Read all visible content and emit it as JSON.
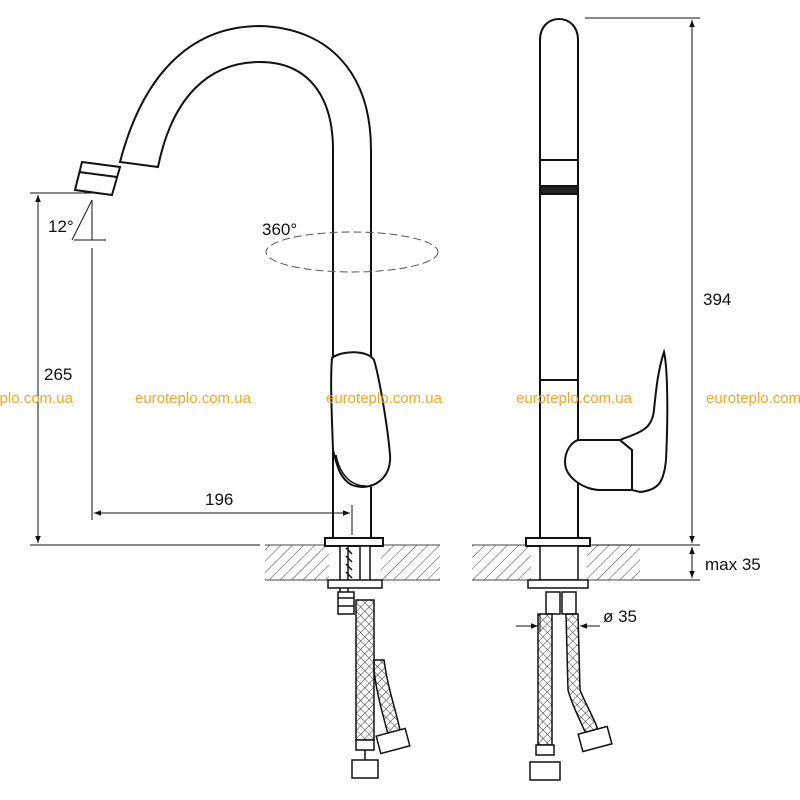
{
  "dimensions": {
    "spout_angle": "12°",
    "rotation": "360°",
    "outlet_height": "265",
    "spout_reach": "196",
    "total_height": "394",
    "counter_thickness": "max 35",
    "hole_diameter": "ø 35"
  },
  "watermark": {
    "text": "euroteplo.com.ua",
    "color": "#f5a623"
  }
}
